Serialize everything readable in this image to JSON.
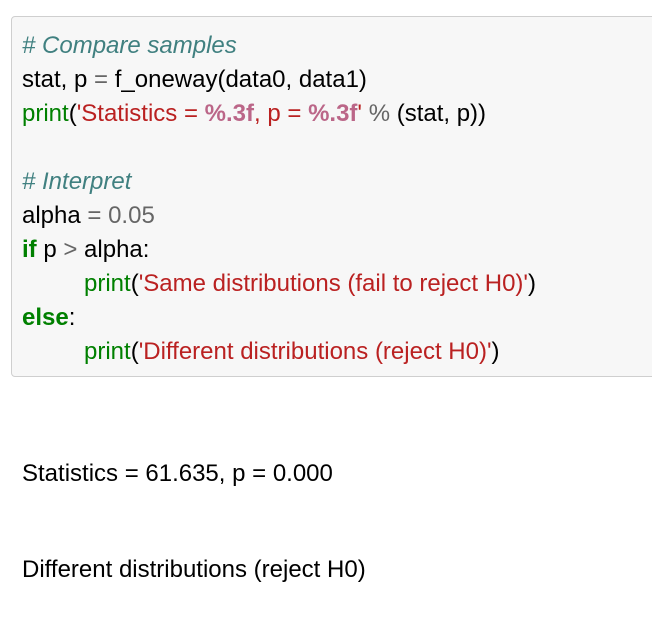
{
  "code_cell": {
    "lines": [
      {
        "t": [
          {
            "c": "comment",
            "v": "# Compare samples"
          }
        ]
      },
      {
        "t": [
          {
            "c": "default",
            "v": "stat, p "
          },
          {
            "c": "op",
            "v": "="
          },
          {
            "c": "default",
            "v": " f_oneway(data0, data1)"
          }
        ]
      },
      {
        "t": [
          {
            "c": "builtin",
            "v": "print"
          },
          {
            "c": "default",
            "v": "("
          },
          {
            "c": "string",
            "v": "'Statistics = "
          },
          {
            "c": "interp",
            "v": "%.3f"
          },
          {
            "c": "string",
            "v": ", p = "
          },
          {
            "c": "interp",
            "v": "%.3f"
          },
          {
            "c": "string",
            "v": "'"
          },
          {
            "c": "default",
            "v": " "
          },
          {
            "c": "op",
            "v": "%"
          },
          {
            "c": "default",
            "v": " (stat, p))"
          }
        ]
      },
      {
        "t": []
      },
      {
        "t": [
          {
            "c": "comment",
            "v": "# Interpret"
          }
        ]
      },
      {
        "t": [
          {
            "c": "default",
            "v": "alpha "
          },
          {
            "c": "op",
            "v": "="
          },
          {
            "c": "default",
            "v": " "
          },
          {
            "c": "number",
            "v": "0.05"
          }
        ]
      },
      {
        "t": [
          {
            "c": "keyword",
            "v": "if"
          },
          {
            "c": "default",
            "v": " p "
          },
          {
            "c": "op",
            "v": ">"
          },
          {
            "c": "default",
            "v": " alpha:"
          }
        ]
      },
      {
        "indent": true,
        "t": [
          {
            "c": "builtin",
            "v": "print"
          },
          {
            "c": "default",
            "v": "("
          },
          {
            "c": "string",
            "v": "'Same distributions (fail to reject H0)'"
          },
          {
            "c": "default",
            "v": ")"
          }
        ]
      },
      {
        "t": [
          {
            "c": "keyword",
            "v": "else"
          },
          {
            "c": "default",
            "v": ":"
          }
        ]
      },
      {
        "indent": true,
        "t": [
          {
            "c": "builtin",
            "v": "print"
          },
          {
            "c": "default",
            "v": "("
          },
          {
            "c": "string",
            "v": "'Different distributions (reject H0)'"
          },
          {
            "c": "default",
            "v": ")"
          }
        ]
      }
    ]
  },
  "output": {
    "line1": "Statistics = 61.635, p = 0.000",
    "line2": "Different distributions (reject H0)"
  }
}
